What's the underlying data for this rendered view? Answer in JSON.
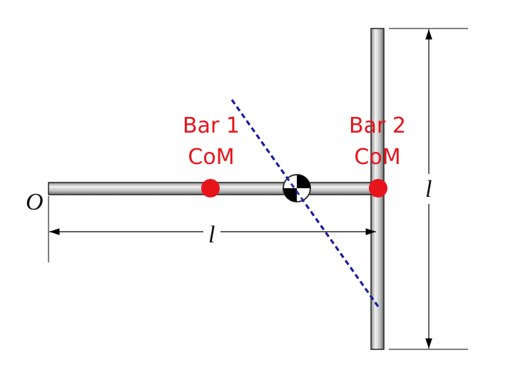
{
  "labels": {
    "origin": "O",
    "bar1_line1": "Bar 1",
    "bar1_line2": "CoM",
    "bar2_line1": "Bar 2",
    "bar2_line2": "CoM",
    "length_horizontal": "l",
    "length_vertical": "l"
  },
  "colors": {
    "com_marker": "#e8141c",
    "dashed_line": "#1a1aa0"
  }
}
